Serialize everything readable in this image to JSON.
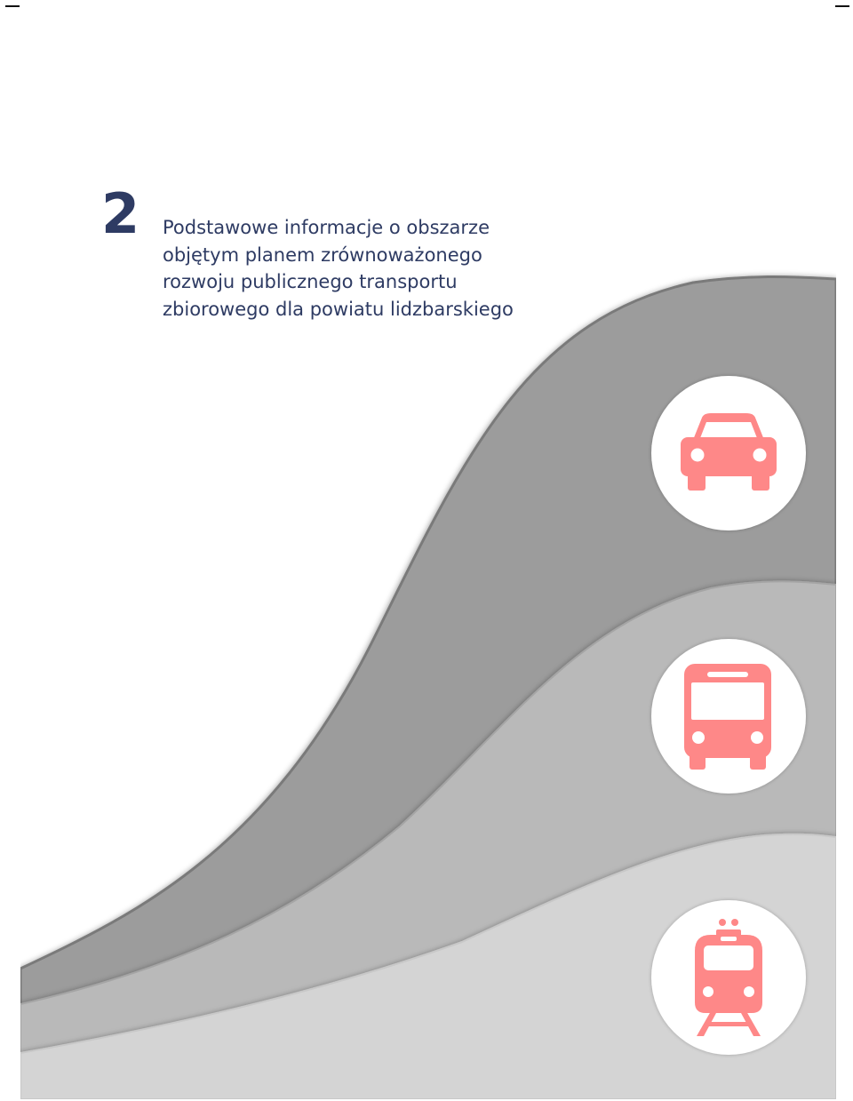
{
  "chapter": {
    "number": "2",
    "title_lines": [
      "Podstawowe informacje o obszarze",
      "objętym planem zrównoważonego",
      "rozwoju publicznego transportu",
      "zbiorowego dla powiatu lidzbarskiego"
    ]
  },
  "illustration": {
    "icons": [
      "car-icon",
      "bus-icon",
      "train-icon"
    ],
    "icon_color": "#fe8888",
    "circle_color": "#ffffff",
    "wave_colors": [
      "#9c9c9c",
      "#b9b9b9",
      "#d4d4d4"
    ],
    "heading_color": "#2e3b63"
  }
}
